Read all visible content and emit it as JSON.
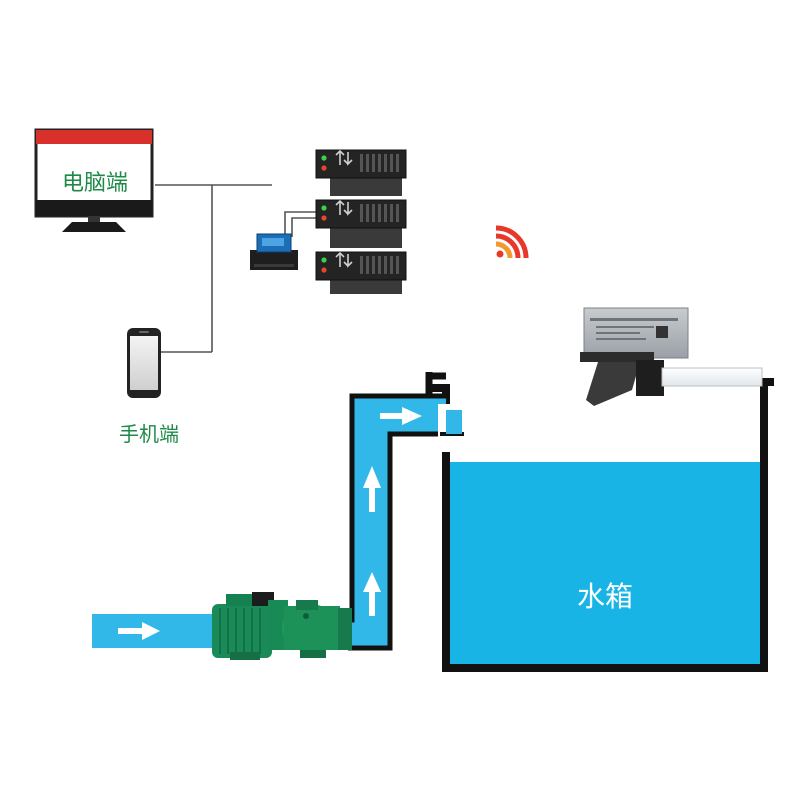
{
  "labels": {
    "computer": "电脑端",
    "phone": "手机端",
    "tank": "水箱"
  },
  "device_screen_text": "",
  "colors": {
    "water": "#19b4e6",
    "pipe_water": "#31b7e8",
    "monitor_red": "#d8312b",
    "label_green": "#1e8a48",
    "tank_wall": "#111111",
    "server_body": "#2b2b2b",
    "pump_green": "#1e8c5a",
    "wifi_red": "#e8382a",
    "wifi_orange": "#f29a2e",
    "arrow": "#ffffff"
  },
  "icons": [
    "monitor-icon",
    "server-rack-icon",
    "printer-icon",
    "smartphone-icon",
    "wifi-signal-icon",
    "pump-icon",
    "flow-arrow-icon",
    "level-sensor-icon"
  ]
}
